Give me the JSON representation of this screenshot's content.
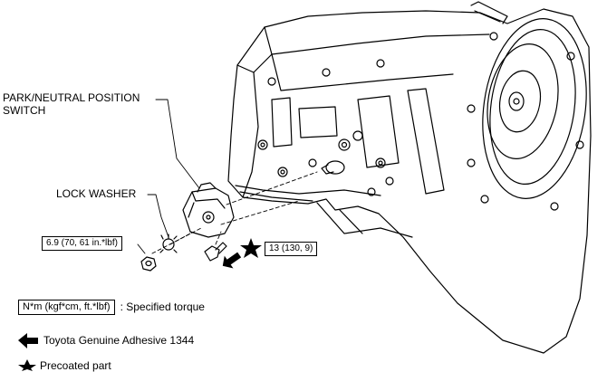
{
  "labels": {
    "switch_line1": "PARK/NEUTRAL POSITION",
    "switch_line2": "SWITCH",
    "lock_washer": "LOCK WASHER"
  },
  "torque": {
    "nut": "6.9 (70, 61 in.*lbf)",
    "bolt": "13 (130, 9)"
  },
  "legend": {
    "torque_unit": "N*m (kgf*cm, ft.*lbf)",
    "torque_desc": ": Specified torque",
    "adhesive_desc": "Toyota Genuine Adhesive 1344",
    "precoated_desc": "Precoated part"
  },
  "icons": {
    "adhesive": "arrow-left-icon",
    "precoated": "star-icon"
  },
  "colors": {
    "ink": "#000000",
    "paper": "#ffffff"
  }
}
